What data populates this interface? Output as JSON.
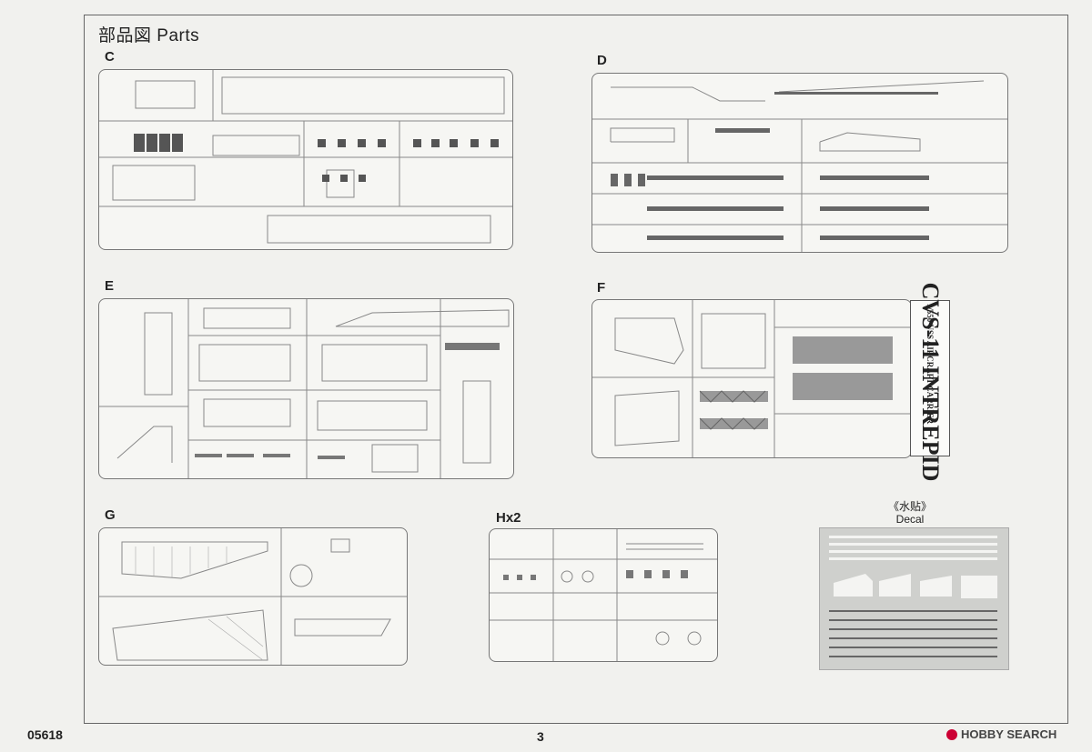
{
  "page": {
    "title": "部品図 Parts",
    "code": "05618",
    "number": "3",
    "logo": "HOBBY SEARCH"
  },
  "sprues": {
    "c": "C",
    "d": "D",
    "e": "E",
    "f": "F",
    "g": "G",
    "h": "Hx2"
  },
  "decal": {
    "label_jp": "《水贴》",
    "label_en": "Decal"
  },
  "ship_plate": {
    "name": "CVS-11 INTREPID",
    "subtitle": "1/550 USS AIRCRAFT CARRIER"
  }
}
